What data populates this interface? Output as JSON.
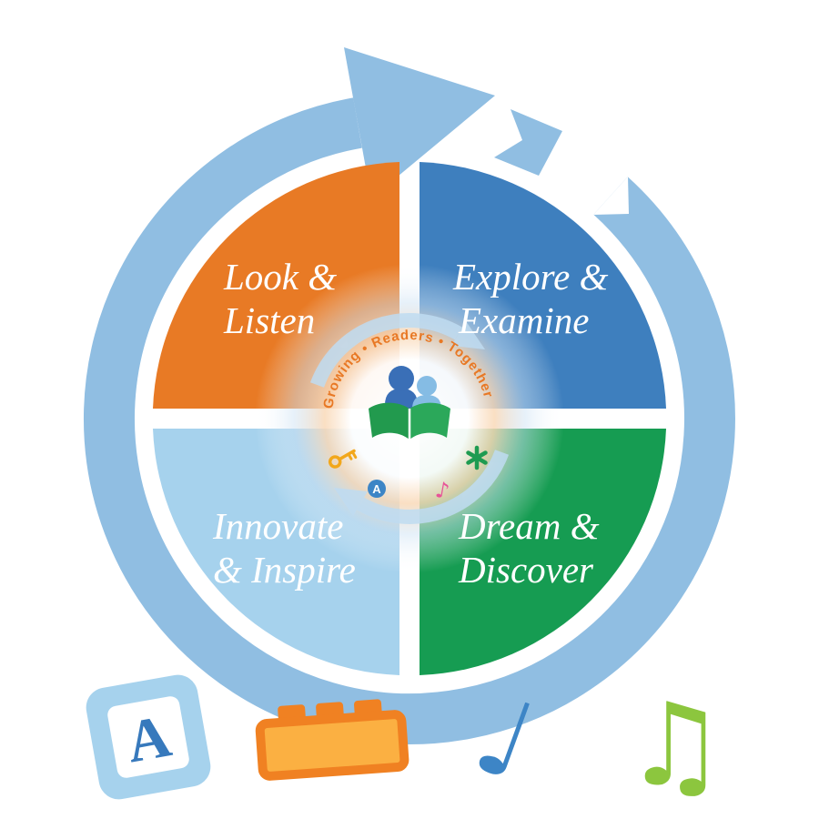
{
  "diagram": {
    "center_text": "Growing • Readers • Together •",
    "badge_letter": "A",
    "note_glyph": "♪",
    "quadrants": [
      {
        "name": "look-listen",
        "line1": "Look &",
        "line2": "Listen",
        "color": "#E87A25"
      },
      {
        "name": "explore-examine",
        "line1": "Explore &",
        "line2": "Examine",
        "color": "#3E7FBE"
      },
      {
        "name": "innovate-inspire",
        "line1": "Innovate",
        "line2": "& Inspire",
        "color": "#A6D2ED"
      },
      {
        "name": "dream-discover",
        "line1": "Dream &",
        "line2": "Discover",
        "color": "#169C52"
      }
    ],
    "colors": {
      "ring": "#90BEE2",
      "label_text": "#FFFFFF",
      "center_text": "#E87824",
      "badge_blue": "#3D85C6",
      "note_pink": "#E85298",
      "asterisk_green": "#1E9B51",
      "key_gold": "#F2A71B",
      "book_green_left": "#229A4E",
      "book_green_right": "#2BA85A",
      "figure_dark_blue": "#3A6FB7",
      "figure_light_blue": "#85BCE4"
    },
    "decorations": {
      "block_letter": "A",
      "block_color": "#A6D2ED",
      "block_letter_color": "#3779BC",
      "lego_body_color": "#FBB042",
      "lego_edge_color": "#F08122",
      "blue_note_glyph": "♩",
      "blue_note_color": "#3D85C6",
      "green_note_glyph": "♫",
      "green_note_color": "#8CC63E"
    },
    "icons": [
      "ring-arrowhead-icon",
      "ring-tail-chevron-icon",
      "reader-figures-icon",
      "open-book-icon",
      "key-icon",
      "letter-a-badge",
      "music-note-small-icon",
      "asterisk-icon",
      "alphabet-block-icon",
      "lego-brick-icon",
      "blue-music-note-icon",
      "green-music-note-icon"
    ]
  }
}
